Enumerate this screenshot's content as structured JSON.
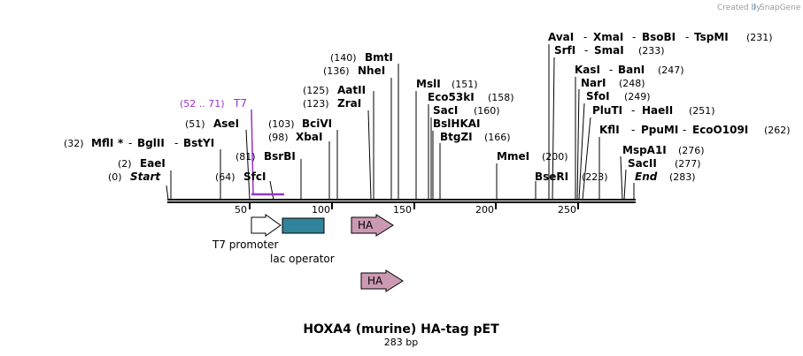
{
  "credit": {
    "created_by": "Created by",
    "brand": "SnapGene"
  },
  "title": "HOXA4 (murine) HA-tag pET",
  "subtitle": "283 bp",
  "ruler": {
    "ticks": [
      "50",
      "100",
      "150",
      "200",
      "250"
    ]
  },
  "primer": {
    "range": "(52 .. 71)",
    "name": "T7",
    "color": "#9933cc"
  },
  "sites": {
    "start": {
      "pos": "(0)",
      "name": "Start"
    },
    "eaei": {
      "pos": "(2)",
      "name": "EaeI"
    },
    "mlui": {
      "pos": "(32)",
      "name": "MflI",
      "star": "*",
      "sep1": "-",
      "name2": "BglII",
      "sep2": "-",
      "name3": "BstYI"
    },
    "asei": {
      "pos": "(51)",
      "name": "AseI"
    },
    "sfci": {
      "pos": "(64)",
      "name": "SfcI"
    },
    "bsrbi": {
      "pos": "(81)",
      "name": "BsrBI"
    },
    "xbai": {
      "pos": "(98)",
      "name": "XbaI"
    },
    "bcivi": {
      "pos": "(103)",
      "name": "BciVI"
    },
    "zrai": {
      "pos": "(123)",
      "name": "ZraI"
    },
    "aatii": {
      "pos": "(125)",
      "name": "AatII"
    },
    "nhei": {
      "pos": "(136)",
      "name": "NheI"
    },
    "bmti": {
      "pos": "(140)",
      "name": "BmtI"
    },
    "msli": {
      "pos": "(151)",
      "name": "MslI"
    },
    "eco53ki": {
      "pos": "(158)",
      "name": "Eco53kI"
    },
    "saci": {
      "pos": "(160)",
      "name": "SacI"
    },
    "bslhkai": {
      "name": "BslHKAI"
    },
    "btgzi": {
      "pos": "(166)",
      "name": "BtgZI"
    },
    "mmei": {
      "pos": "(200)",
      "name": "MmeI"
    },
    "bseri": {
      "pos": "(223)",
      "name": "BseRI"
    },
    "avai": {
      "pos": "(231)",
      "name": "AvaI",
      "sep1": "-",
      "name2": "XmaI",
      "sep2": "-",
      "name3": "BsoBI",
      "sep3": "-",
      "name4": "TspMI"
    },
    "srfi": {
      "pos": "(233)",
      "name": "SrfI",
      "sep1": "-",
      "name2": "SmaI"
    },
    "kasi": {
      "pos": "(247)",
      "name": "KasI",
      "sep1": "-",
      "name2": "BanI"
    },
    "nari": {
      "pos": "(248)",
      "name": "NarI"
    },
    "sfoi": {
      "pos": "(249)",
      "name": "SfoI"
    },
    "pluti": {
      "pos": "(251)",
      "name": "PluTI",
      "sep1": "-",
      "name2": "HaeII"
    },
    "kfli": {
      "pos": "(262)",
      "name": "KflI",
      "sep1": "-",
      "name2": "PpuMI",
      "sep2": "-",
      "name3": "EcoO109I"
    },
    "mspa1i": {
      "pos": "(276)",
      "name": "MspA1I"
    },
    "sacii": {
      "pos": "(277)",
      "name": "SacII"
    },
    "end": {
      "pos": "(283)",
      "name": "End"
    }
  },
  "features": {
    "t7_promoter": {
      "label": "T7 promoter",
      "color": "#ffffff"
    },
    "lac_operator": {
      "label": "lac operator",
      "color": "#31849b"
    },
    "ha_top": {
      "label": "HA",
      "color": "#cc99b3"
    },
    "ha_bottom": {
      "label": "HA",
      "color": "#cc99b3"
    }
  }
}
